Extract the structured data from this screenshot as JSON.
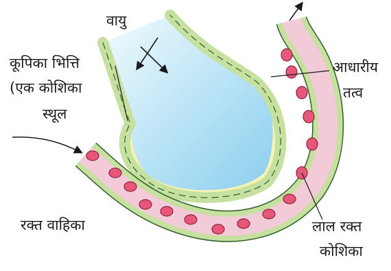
{
  "labels": {
    "air": "वायु",
    "alveolus_wall_line1": "कूपिका भित्ति",
    "alveolus_wall_line2": "(एक कोशिका",
    "alveolus_wall_line3": "स्थूल",
    "basal_line1": "आधारीय",
    "basal_line2": "तत्व",
    "blood_vessel": "रक्त वाहिका",
    "rbc_line1": "लाल रक्त",
    "rbc_line2": "कोशिका"
  },
  "colors": {
    "air_light": "#eef8fd",
    "air_dark": "#8fd0ee",
    "epithelium": "#c6e0a0",
    "epithelium_edge": "#2f5e2a",
    "basal": "#f6f3b4",
    "vessel": "#f3cad8",
    "rbc": "#e8567a",
    "nucleus": "#e9c24a",
    "line": "#1a1a1a"
  }
}
